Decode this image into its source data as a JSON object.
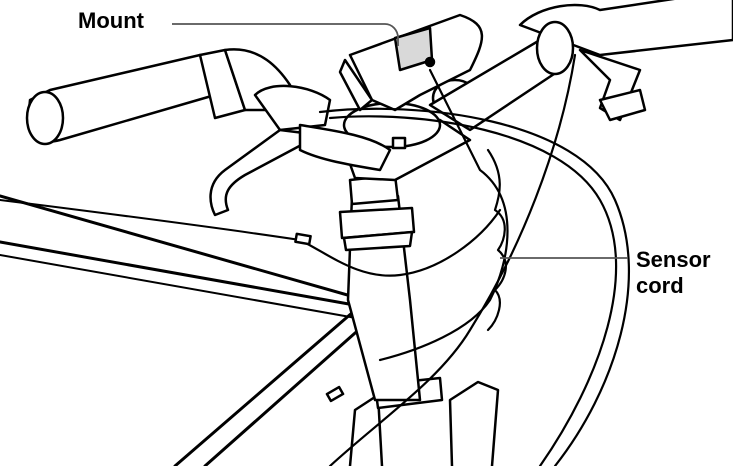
{
  "labels": {
    "mount": "Mount",
    "sensor_cord_line1": "Sensor",
    "sensor_cord_line2": "cord"
  },
  "colors": {
    "ink": "#000000",
    "leader": "#555555",
    "fill": "#ffffff",
    "shade": "#d9d9d9"
  },
  "illustration": "bicycle-handlebar-line-drawing"
}
